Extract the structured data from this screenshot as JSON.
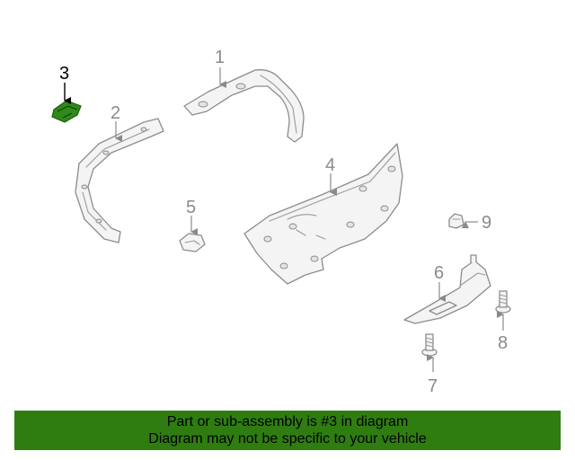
{
  "callouts": {
    "c1": "1",
    "c2": "2",
    "c3": "3",
    "c4": "4",
    "c5": "5",
    "c6": "6",
    "c7": "7",
    "c8": "8",
    "c9": "9"
  },
  "highlighted_part": "3",
  "colors": {
    "highlight": "#2f8a1a",
    "banner": "#2f7d11",
    "line_art": "#8c8c8c"
  },
  "banner": {
    "line1": "Part or sub-assembly is #3 in diagram",
    "line2": "Diagram may not be specific to your vehicle"
  }
}
